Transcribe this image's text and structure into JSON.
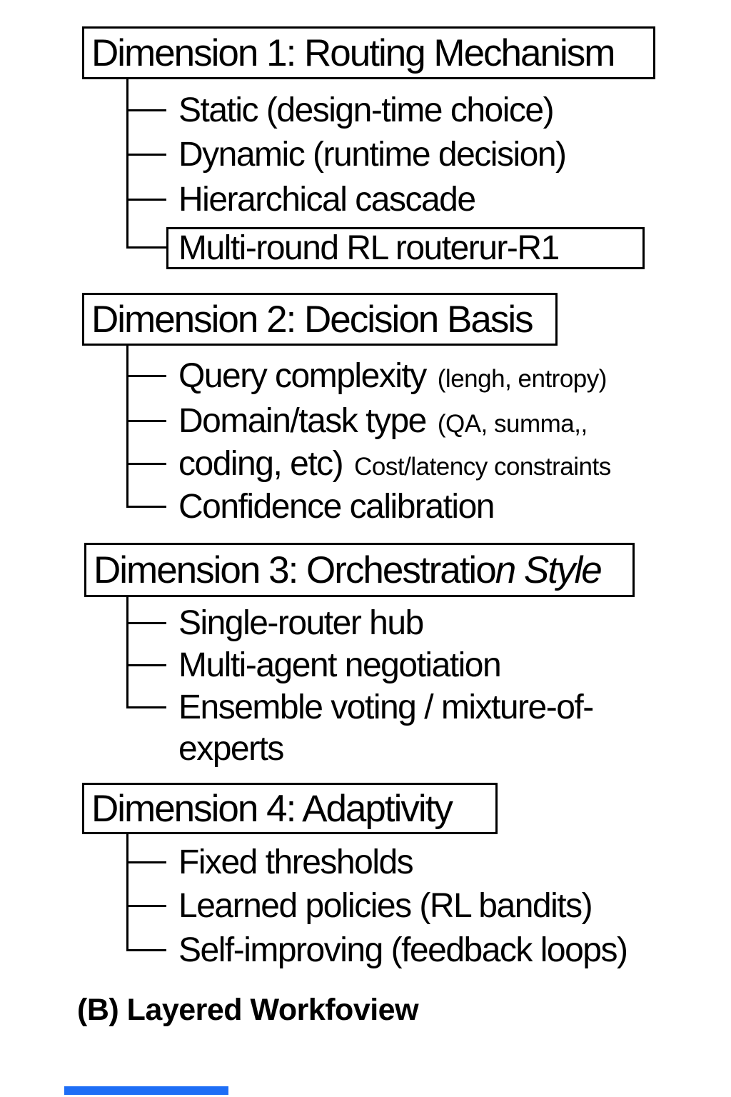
{
  "colors": {
    "background": "#ffffff",
    "text": "#000000",
    "border": "#000000",
    "bottom_bar": "#1e6ef6"
  },
  "sections": [
    {
      "title": "Dimension 1: Routing Mechanism",
      "items": [
        {
          "text": "Static (design-time choice)"
        },
        {
          "text": "Dynamic (runtime decision)"
        },
        {
          "text": "Hierarchical cascade"
        },
        {
          "text": "Multi-round RL routerur-R1",
          "boxed": true
        }
      ]
    },
    {
      "title": "Dimension 2: Decision Basis",
      "items": [
        {
          "text": "Query complexity",
          "note": "(lengh, entropy)"
        },
        {
          "text": "Domain/task type",
          "note": "(QA, summa,,"
        },
        {
          "text": "coding, etc)",
          "note": "Cost/latency constraints"
        },
        {
          "text": "Confidence calibration"
        }
      ]
    },
    {
      "title": "Dimension 3: Orchestratio",
      "title_italic": "n Style",
      "items": [
        {
          "text": "Single-router hub"
        },
        {
          "text": "Multi-agent negotiation"
        },
        {
          "text": "Ensemble voting / mixture-of-"
        },
        {
          "text": "experts",
          "continuation": true
        }
      ]
    },
    {
      "title": "Dimension 4: Adaptivity",
      "items": [
        {
          "text": "Fixed thresholds"
        },
        {
          "text": "Learned policies (RL bandits)"
        },
        {
          "text": "Self-improving (feedback loops)"
        }
      ]
    }
  ],
  "caption": "(B) Layered Workfoview",
  "decoration": {
    "bottom_bar_style": "background:#1e6ef6"
  }
}
